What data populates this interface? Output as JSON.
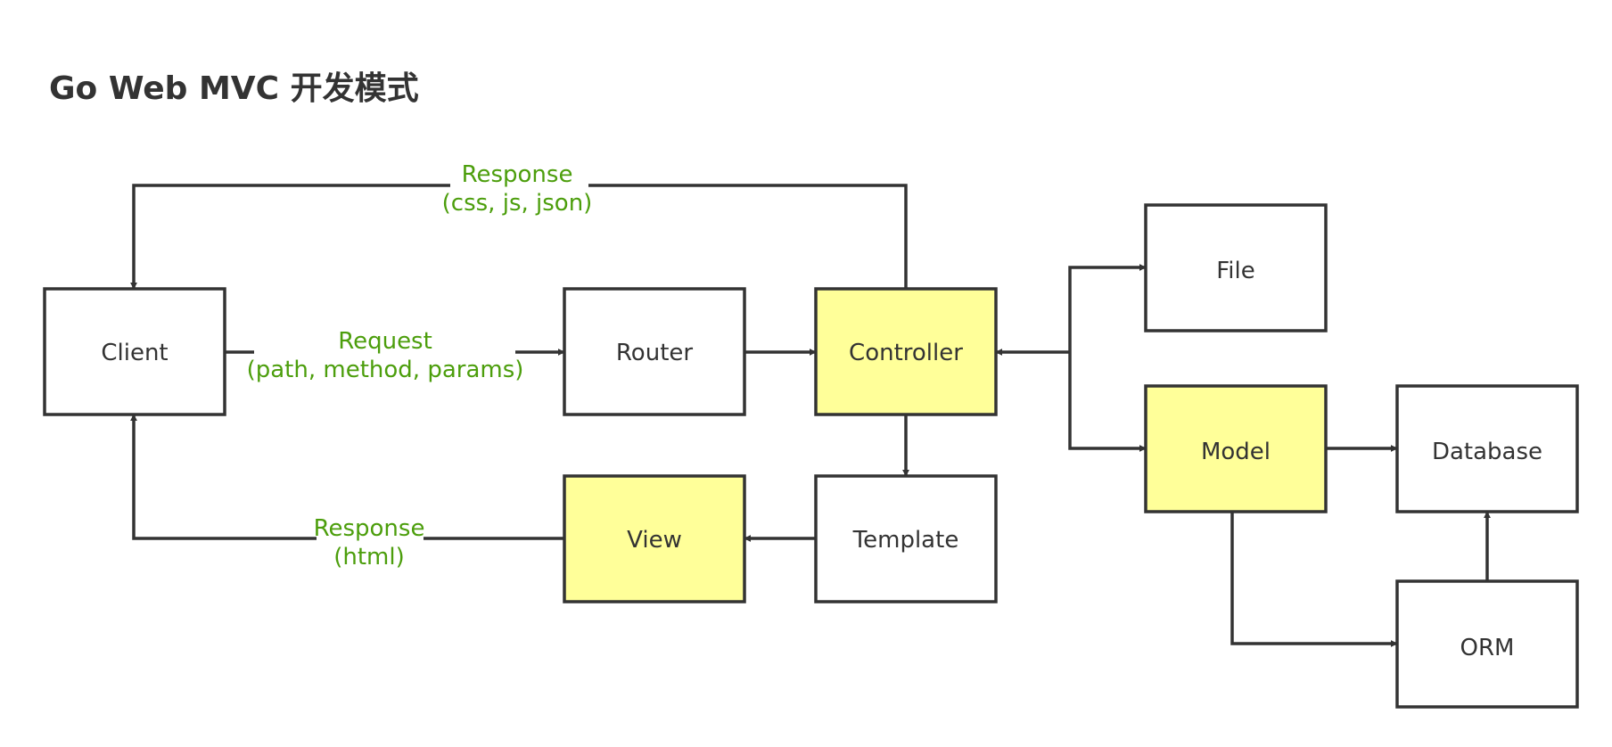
{
  "title": "Go Web MVC 开发模式",
  "colors": {
    "stroke": "#333333",
    "highlight_fill": "#ffff99",
    "plain_fill": "#ffffff",
    "edge_label": "#4c9e0c"
  },
  "nodes": {
    "client": {
      "label": "Client",
      "highlight": false
    },
    "router": {
      "label": "Router",
      "highlight": false
    },
    "controller": {
      "label": "Controller",
      "highlight": true
    },
    "view": {
      "label": "View",
      "highlight": true
    },
    "template": {
      "label": "Template",
      "highlight": false
    },
    "file": {
      "label": "File",
      "highlight": false
    },
    "model": {
      "label": "Model",
      "highlight": true
    },
    "database": {
      "label": "Database",
      "highlight": false
    },
    "orm": {
      "label": "ORM",
      "highlight": false
    }
  },
  "edges": {
    "request": {
      "line1": "Request",
      "line2": "(path, method, params)"
    },
    "response_top": {
      "line1": "Response",
      "line2": "(css, js, json)"
    },
    "response_bottom": {
      "line1": "Response",
      "line2": "(html)"
    }
  }
}
